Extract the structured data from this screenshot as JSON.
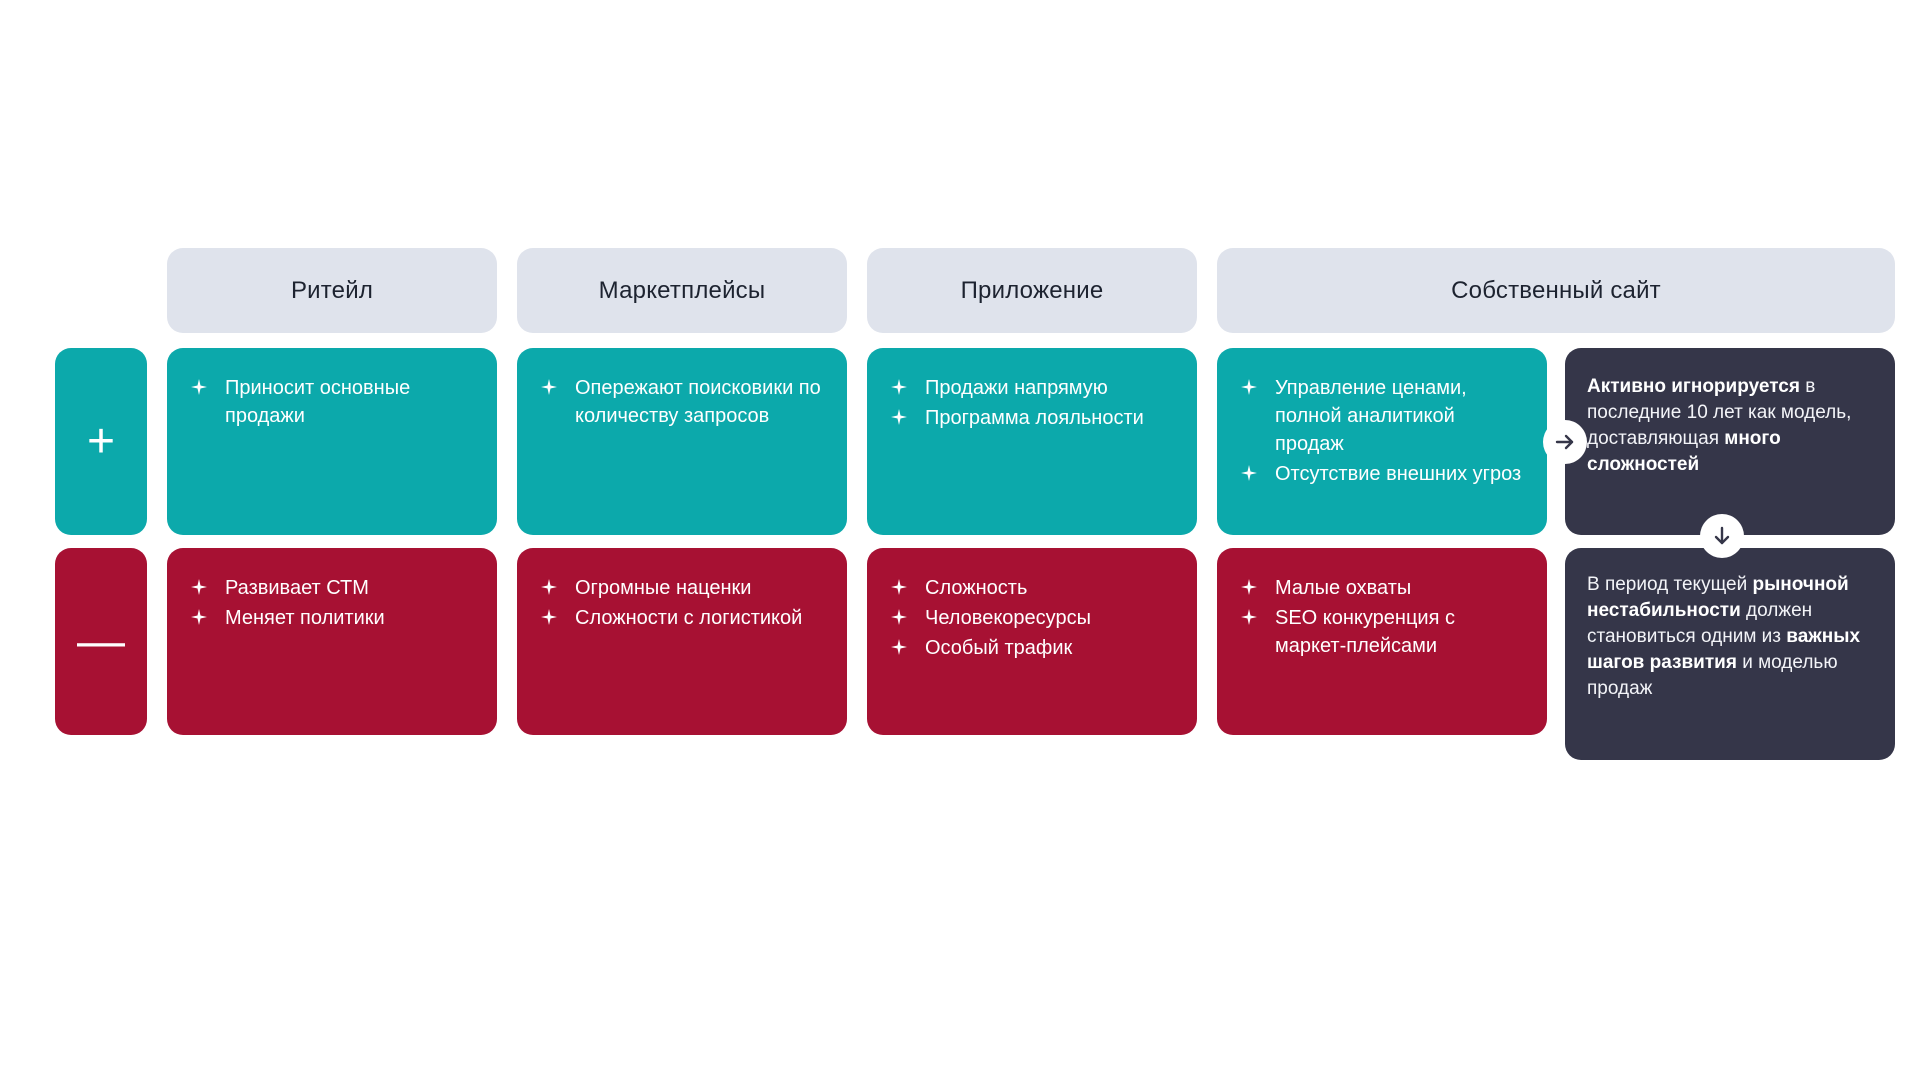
{
  "columns": [
    {
      "label": "Ритейл"
    },
    {
      "label": "Маркетплейсы"
    },
    {
      "label": "Приложение"
    },
    {
      "label": "Собственный сайт"
    }
  ],
  "rows": {
    "positive": {
      "sign": "+",
      "sign_name": "plus-sign",
      "color": "#0ca9ab",
      "cells": [
        {
          "bullets": [
            "Приносит основные продажи"
          ]
        },
        {
          "bullets": [
            "Опережают поисковики по количеству запросов"
          ]
        },
        {
          "bullets": [
            "Продажи напрямую",
            "Программа лояльности"
          ]
        },
        {
          "bullets": [
            "Управление ценами, полной аналитикой продаж",
            "Отсутствие внешних угроз"
          ]
        }
      ]
    },
    "negative": {
      "sign": "—",
      "sign_name": "minus-sign",
      "color": "#a71133",
      "cells": [
        {
          "bullets": [
            "Развивает СТМ",
            "Меняет политики"
          ]
        },
        {
          "bullets": [
            "Огромные наценки",
            "Сложности с логистикой"
          ]
        },
        {
          "bullets": [
            " Сложность",
            "Человекоресурсы",
            "Особый трафик"
          ]
        },
        {
          "bullets": [
            "Малые охваты",
            "SEO конкуренция с маркет-плейсами"
          ]
        }
      ]
    }
  },
  "notes": {
    "color": "#353649",
    "top": {
      "segments": [
        {
          "text": "Активно игнорируется",
          "bold": true
        },
        {
          "text": " в  последние 10 лет как модель, доставляющая ",
          "bold": false
        },
        {
          "text": "много сложностей",
          "bold": true
        }
      ],
      "plain": "Активно игнорируется в  последние 10 лет как модель, доставляющая много сложностей"
    },
    "bottom": {
      "segments": [
        {
          "text": "В период текущей ",
          "bold": false
        },
        {
          "text": "рыночной нестабиль­ности",
          "bold": true
        },
        {
          "text": " должен становиться одним из ",
          "bold": false
        },
        {
          "text": "важных шагов развития",
          "bold": true
        },
        {
          "text": " и моделью продаж",
          "bold": false
        }
      ],
      "plain": "В период текущей рыночной нестабильности должен становиться одним из важных шагов развития и моделью продаж"
    }
  },
  "connectors": [
    {
      "name": "arrow-right-icon",
      "direction": "right"
    },
    {
      "name": "arrow-down-icon",
      "direction": "down"
    }
  ],
  "palette": {
    "teal": "#0ca9ab",
    "red": "#a71133",
    "dark": "#353649",
    "header_gray": "#dfe3ec",
    "background": "#ffffff",
    "text_light": "#ffffff",
    "text_header": "#1d2330"
  },
  "bullet_glyph": "four-point-star"
}
